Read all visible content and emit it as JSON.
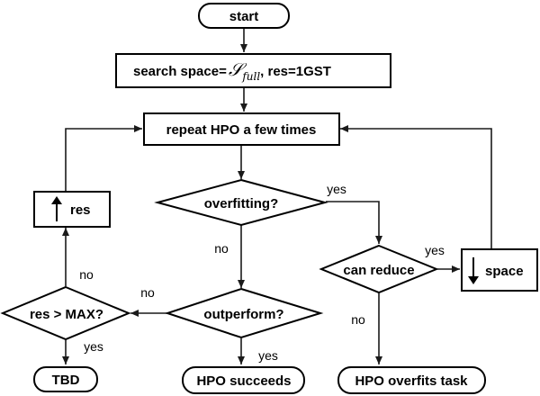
{
  "nodes": {
    "start": "start",
    "search_prefix": "search space=",
    "search_symbol": "𝒮",
    "search_sub": "full",
    "search_suffix": ",  res=1GST",
    "repeat": "repeat HPO a few times",
    "overfitting": "overfitting?",
    "can_reduce": "can reduce",
    "outperform": "outperform?",
    "res_gt_max": "res > MAX?",
    "res_up": "res",
    "space_down": "space",
    "tbd": "TBD",
    "hpo_succeeds": "HPO succeeds",
    "hpo_overfits": "HPO overfits task"
  },
  "edge_labels": {
    "overfitting_yes": "yes",
    "overfitting_no": "no",
    "reduce_yes": "yes",
    "reduce_no": "no",
    "outperform_no": "no",
    "outperform_yes": "yes",
    "resmax_no": "no",
    "resmax_yes": "yes"
  }
}
